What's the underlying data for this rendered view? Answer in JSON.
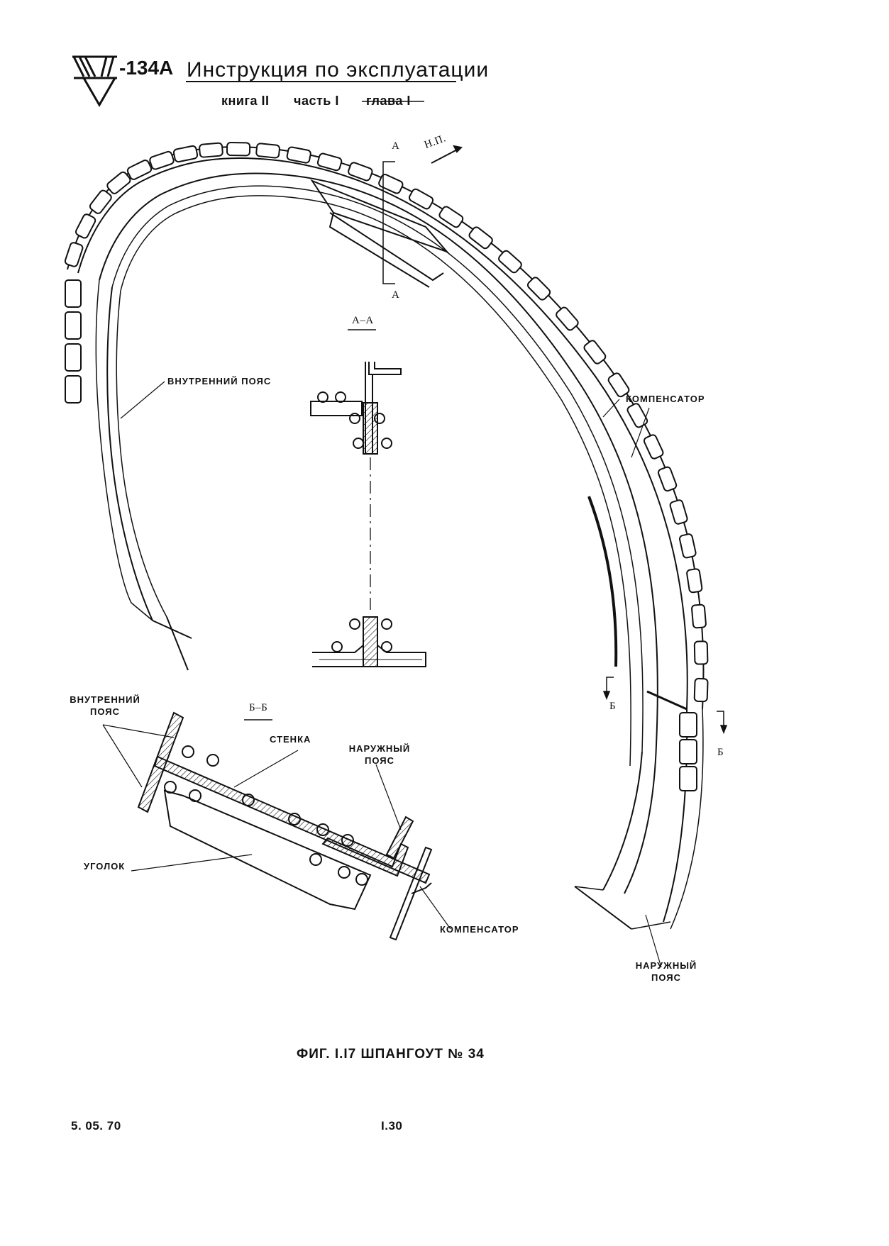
{
  "header": {
    "model": "-134А",
    "title": "Инструкция по эксплуатации",
    "book": "книга II",
    "part": "часть I",
    "chapter": "глава I"
  },
  "drawing": {
    "direction_label": "Н.П.",
    "section_aa_mark": "А",
    "section_aa_title": "А–А",
    "section_bb_mark": "Б",
    "section_bb_title": "Б–Б",
    "labels": {
      "inner_chord_main": "ВНУТРЕННИЙ ПОЯС",
      "compensator_main": "КОМПЕНСАТОР",
      "outer_chord_main_1": "НАРУЖНЫЙ",
      "outer_chord_main_2": "ПОЯС",
      "inner_chord_bb_1": "ВНУТРЕННИЙ",
      "inner_chord_bb_2": "ПОЯС",
      "web_bb": "СТЕНКА",
      "outer_chord_bb_1": "НАРУЖНЫЙ",
      "outer_chord_bb_2": "ПОЯС",
      "angle_bb": "УГОЛОК",
      "compensator_bb": "КОМПЕНСАТОР"
    }
  },
  "caption": "ФИГ. I.I7 ШПАНГОУТ № 34",
  "footer": {
    "date": "5. 05. 70",
    "page": "I.30"
  }
}
